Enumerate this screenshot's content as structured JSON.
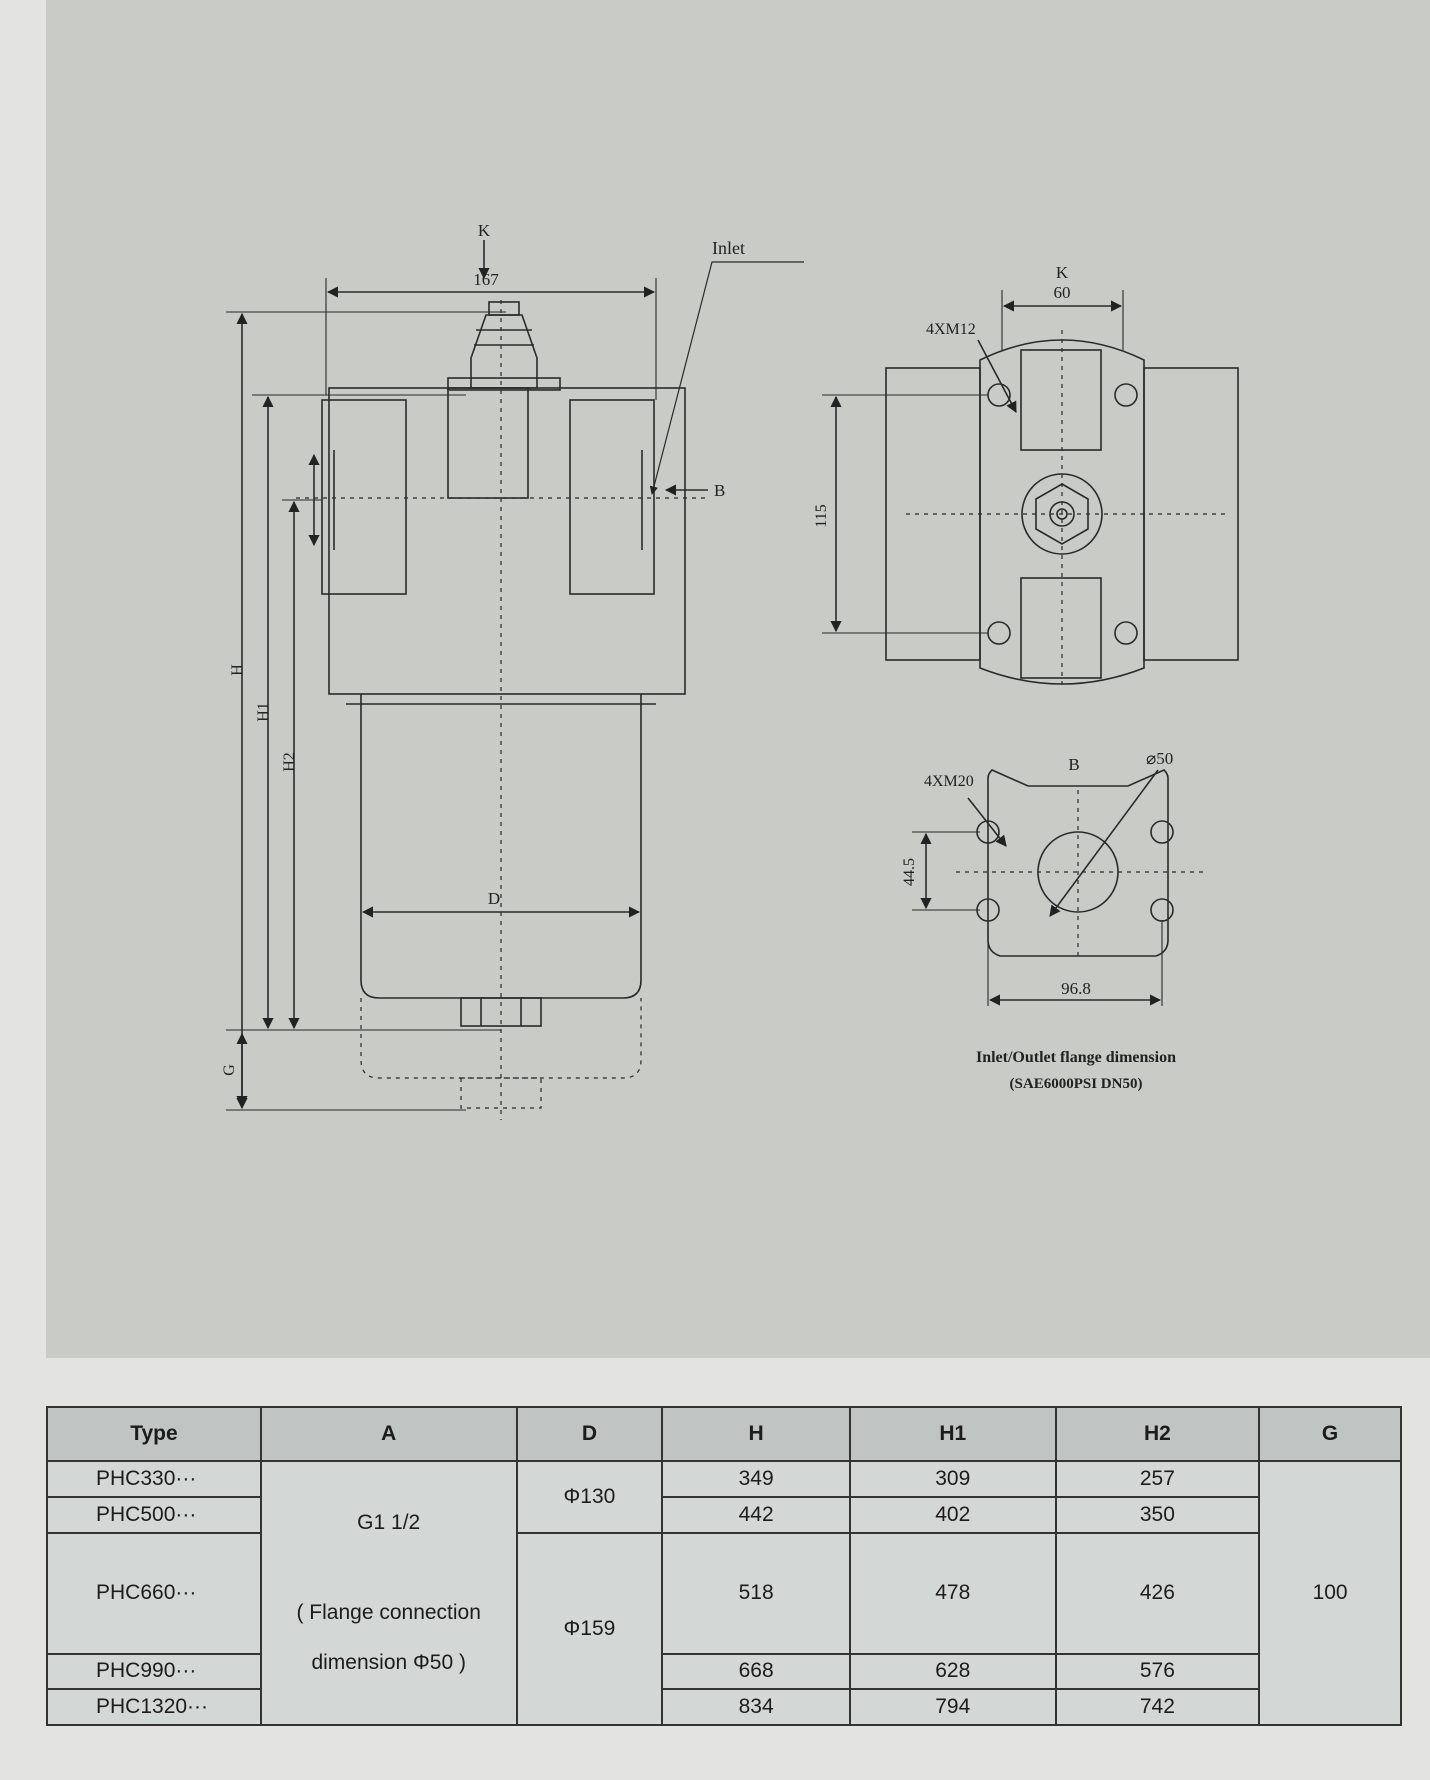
{
  "drawing": {
    "side_view": {
      "dim_k": "K",
      "dim_width": "167",
      "inlet_label": "Inlet",
      "dim_b": "B",
      "dim_h": "H",
      "dim_h1": "H1",
      "dim_h2": "H2",
      "dim_d": "D",
      "dim_g": "G"
    },
    "top_view": {
      "dim_k": "K",
      "dim_width": "60",
      "bolt_label": "4XM12",
      "dim_height": "115"
    },
    "flange_view": {
      "dim_b": "B",
      "bore_label": "⌀50",
      "bolt_label": "4XM20",
      "dim_height": "44.5",
      "dim_width": "96.8",
      "caption_line1": "Inlet/Outlet flange dimension",
      "caption_line2": "(SAE6000PSI DN50)"
    }
  },
  "table": {
    "headers": [
      "Type",
      "A",
      "D",
      "H",
      "H1",
      "H2",
      "G"
    ],
    "types": [
      "PHC330···",
      "PHC500···",
      "PHC660···",
      "PHC990···",
      "PHC1320···"
    ],
    "a_line1": "G1 1/2",
    "a_line2": "( Flange connection",
    "a_line3": "dimension Φ50 )",
    "d_values": [
      "Φ130",
      "Φ159"
    ],
    "h": [
      "349",
      "442",
      "518",
      "668",
      "834"
    ],
    "h1": [
      "309",
      "402",
      "478",
      "628",
      "794"
    ],
    "h2": [
      "257",
      "350",
      "426",
      "576",
      "742"
    ],
    "g": "100"
  }
}
